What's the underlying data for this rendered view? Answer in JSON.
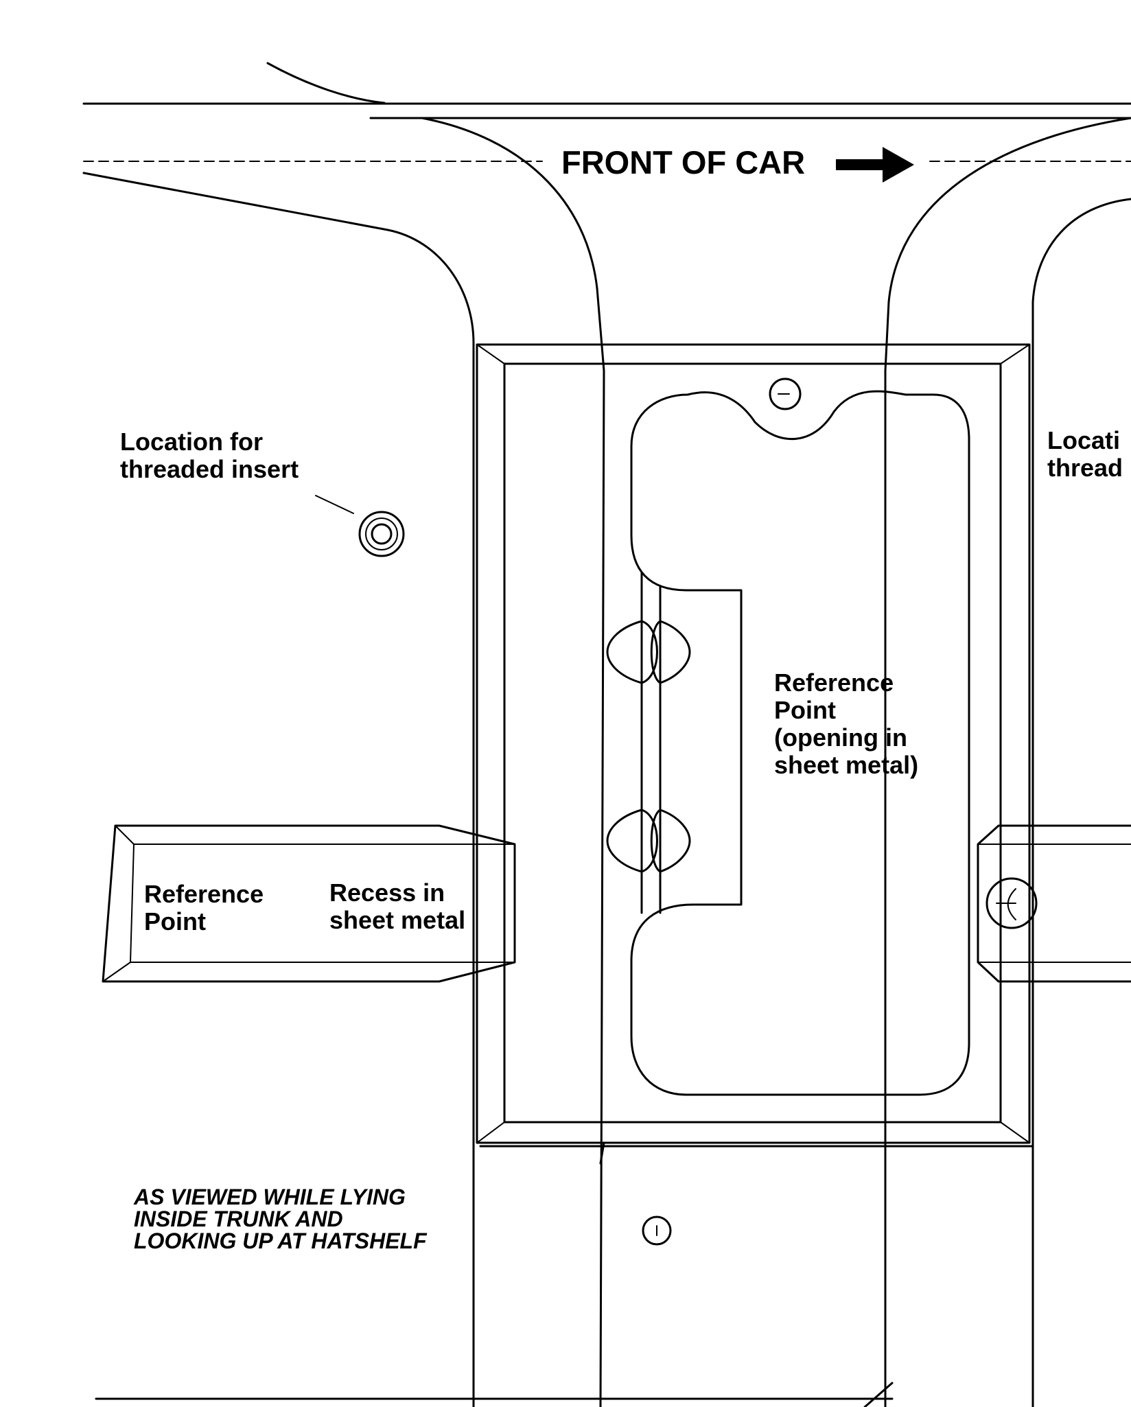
{
  "labels": {
    "front_of_car": "FRONT OF CAR",
    "threaded_insert_left": "Location for\nthreaded insert",
    "threaded_insert_right": "Locati\nthread",
    "reference_point_opening": "Reference\nPoint\n(opening in\nsheet metal)",
    "reference_point_recess": "Reference\nPoint",
    "recess_in_sheet_metal": "Recess in\nsheet metal",
    "viewing_note": "AS VIEWED WHILE LYING\nINSIDE TRUNK AND\nLOOKING UP AT HATSHELF"
  },
  "icons": {
    "direction_arrow": "right-arrow-icon",
    "threaded_insert": "threaded-insert-icon",
    "fastener": "fastener-icon"
  },
  "colors": {
    "ink": "#000000",
    "paper": "#ffffff"
  }
}
